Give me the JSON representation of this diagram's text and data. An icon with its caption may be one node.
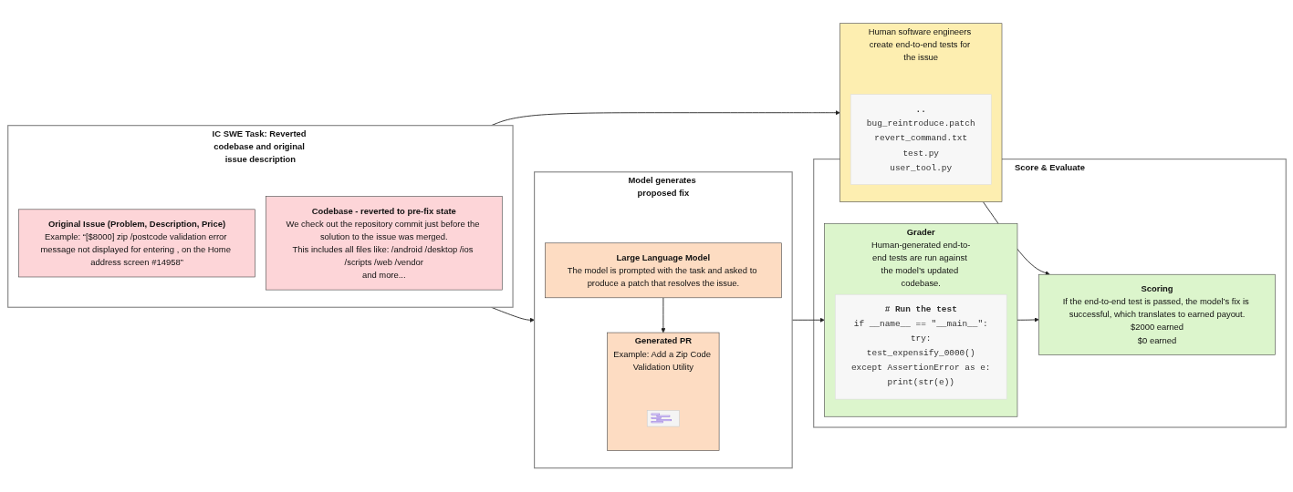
{
  "diagram": {
    "nodes": [
      {
        "text": [
          "IC SWE Task: Reverted codebase and original issue description"
        ]
      },
      {
        "text": [
          "Original Issue (Problem, Description, Price)",
          "Example: “[$8000] zip /postcode validation error message not displayed for entering , on the Home address screen #14958”"
        ],
        "in": 0
      },
      {
        "text": [
          "Codebase - reverted to pre-fix state",
          "We check out the repository commit just before the solution to the issue was merged.",
          "This includes all files like: /android /desktop /ios /scripts /web /vendor",
          "and more..."
        ],
        "in": 0
      },
      {
        "text": [
          "Model generates proposed fix"
        ]
      },
      {
        "text": [
          "Large Language Model",
          "The model is prompted with the task and asked to produce a patch that resolves the issue."
        ],
        "in": 3
      },
      {
        "text": [
          "Generated PR",
          "Example: Add a Zip Code Validation Utility"
        ],
        "in": 3
      },
      {
        "text": [],
        "shape": "picture",
        "in": 5
      },
      {
        "text": [
          "Human software engineers create end-to-end tests for the issue"
        ]
      },
      {
        "text": [
          "..",
          "bug_reintroduce.patch",
          "revert_command.txt",
          "test.py",
          "user_tool.py"
        ],
        "in": 7
      },
      {
        "text": [
          "Score & Evaluate"
        ]
      },
      {
        "text": [
          "Grader",
          "Human-generated end-to-end tests are run against the model’s updated codebase."
        ],
        "in": 9
      },
      {
        "text": [
          "# Run the test",
          "if __name__ == \"__main__\":",
          "try:",
          "test_expensify_0000()",
          "except AssertionError as e:",
          "print(str(e))"
        ],
        "in": 10
      },
      {
        "text": [
          "Scoring",
          "If the end-to-end test is passed, the model’s fix is successful, which translates to earned payout.",
          "$2000 earned",
          "$0 earned"
        ],
        "in": 9
      }
    ],
    "edges": [
      {
        "from": 0,
        "to": 3,
        "arrow": "to"
      },
      {
        "from": 0,
        "to": 7,
        "arrow": "to"
      },
      {
        "from": 4,
        "to": 5,
        "arrow": "to"
      },
      {
        "from": 3,
        "to": 10,
        "arrow": "to"
      },
      {
        "from": 7,
        "to": 12,
        "arrow": "to"
      },
      {
        "from": 10,
        "to": 12,
        "arrow": "to"
      }
    ]
  }
}
